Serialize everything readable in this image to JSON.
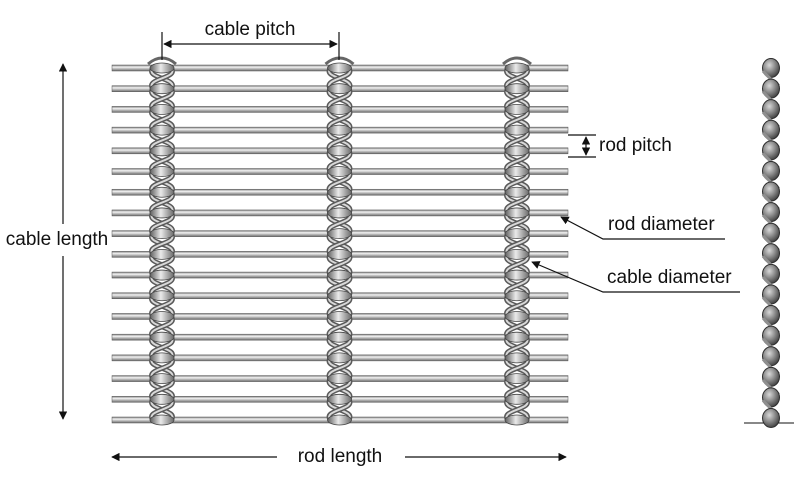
{
  "labels": {
    "cable_pitch": "cable pitch",
    "rod_pitch": "rod pitch",
    "rod_diameter": "rod diameter",
    "cable_diameter": "cable diameter",
    "cable_length": "cable length",
    "rod_length": "rod length"
  },
  "mesh": {
    "rod_count": 18,
    "cable_count": 3
  },
  "colors": {
    "rod_dark": "#7d7d7d",
    "rod_light": "#f2f2f2",
    "cable_dark": "#6e6e6e",
    "cable_light": "#e4e4e4",
    "line": "#111111"
  }
}
